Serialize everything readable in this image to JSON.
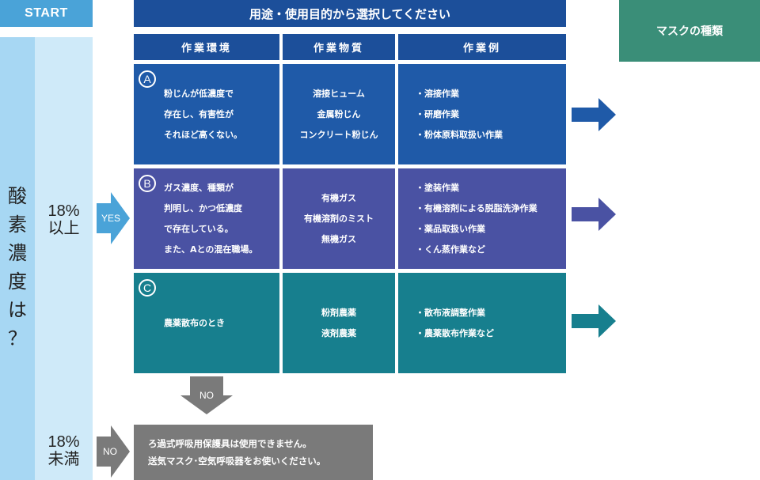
{
  "start_label": "START",
  "oxygen_question": [
    "酸",
    "素",
    "濃",
    "度",
    "は",
    "？"
  ],
  "threshold_high": [
    "18%",
    "以上"
  ],
  "threshold_low": [
    "18%",
    "未満"
  ],
  "yes_label": "YES",
  "no_label": "NO",
  "main_header": "用途・使用目的から選択してください",
  "column_headers": [
    "作業環境",
    "作業物質",
    "作業例"
  ],
  "mask_header": "マスクの種類",
  "rows": [
    {
      "badge": "A",
      "environment": [
        "粉じんが低濃度で",
        "存在し、有害性が",
        "それほど高くない。"
      ],
      "substances": [
        "溶接ヒューム",
        "金属粉じん",
        "コンクリート粉じん"
      ],
      "examples": [
        "・溶接作業",
        "・研磨作業",
        "・粉体原料取扱い作業"
      ],
      "color": "#1f5aa8"
    },
    {
      "badge": "B",
      "environment": [
        "ガス濃度、種類が",
        "判明し、かつ低濃度",
        "で存在している。",
        "また、Aとの混在職場。"
      ],
      "substances": [
        "有機ガス",
        "有機溶剤のミスト",
        "無機ガス"
      ],
      "examples": [
        "・塗装作業",
        "・有機溶剤による脱脂洗浄作業",
        "・薬品取扱い作業",
        "・くん蒸作業など"
      ],
      "color": "#4a52a3"
    },
    {
      "badge": "C",
      "environment": [
        "農薬散布のとき"
      ],
      "substances": [
        "粉剤農薬",
        "液剤農薬"
      ],
      "examples": [
        "・散布液調整作業",
        "・農薬散布作業など"
      ],
      "color": "#177f8e"
    }
  ],
  "no_message": [
    "ろ過式呼吸用保護具は使用できません。",
    "送気マスク･空気呼吸器をお使いください。"
  ]
}
